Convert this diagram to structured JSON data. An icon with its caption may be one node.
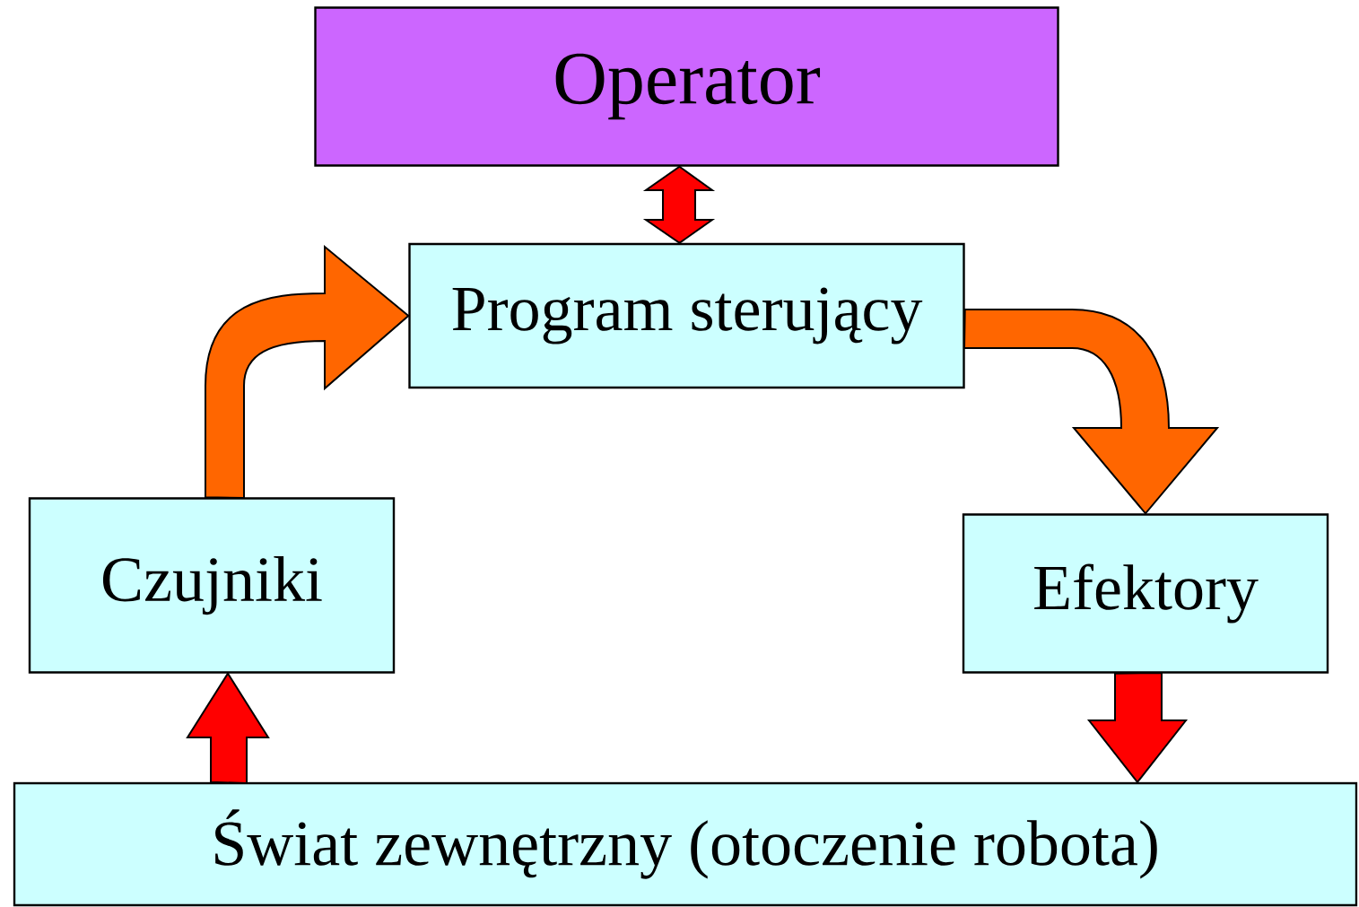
{
  "diagram": {
    "nodes": [
      {
        "text": [
          "Operator"
        ]
      },
      {
        "text": [
          "Program sterujący"
        ]
      },
      {
        "text": [
          "Czujniki"
        ]
      },
      {
        "text": [
          "Efektory"
        ]
      },
      {
        "text": [
          "Świat zewnętrzny (otoczenie robota)"
        ]
      }
    ],
    "edges": [
      {
        "from": 0,
        "to": 1,
        "arrow": "both"
      },
      {
        "from": 2,
        "to": 1,
        "arrow": "to",
        "color": "#ff6600"
      },
      {
        "from": 1,
        "to": 3,
        "arrow": "to",
        "color": "#ff6600"
      },
      {
        "from": 4,
        "to": 2,
        "arrow": "to"
      },
      {
        "from": 3,
        "to": 4,
        "arrow": "to"
      }
    ]
  }
}
